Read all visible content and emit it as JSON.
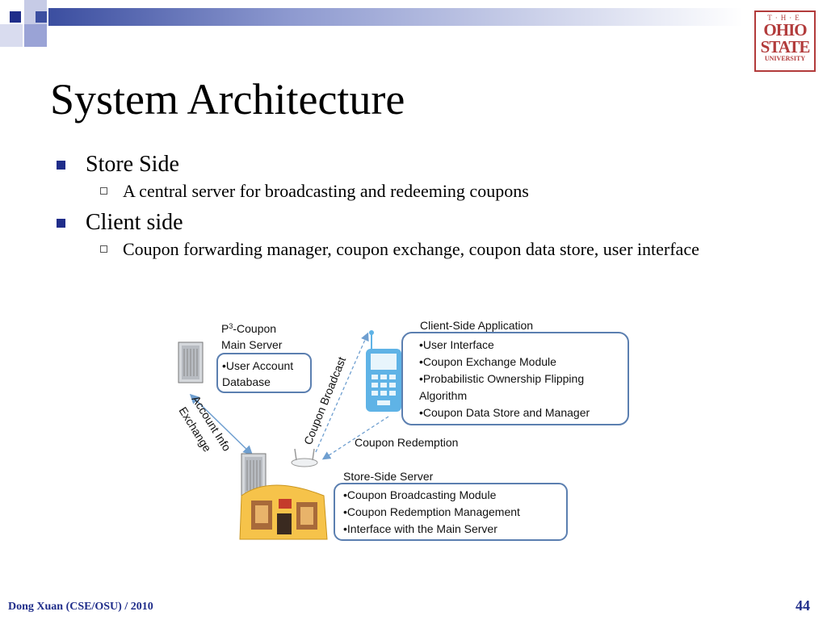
{
  "slide": {
    "title": "System Architecture",
    "logo": {
      "line1": "T·H·E",
      "line2": "OHIO",
      "line3": "STATE",
      "line4": "UNIVERSITY"
    },
    "bullets": [
      {
        "label": "Store Side",
        "sub": "A central server for broadcasting and redeeming coupons"
      },
      {
        "label": "Client side",
        "sub": "Coupon forwarding manager, coupon exchange, coupon data store, user interface"
      }
    ],
    "footer": {
      "author": "Dong Xuan (CSE/OSU) / 2010",
      "page": "44"
    }
  },
  "diagram": {
    "main_server": {
      "title_line1": "P",
      "title_sup": "3",
      "title_line1_rest": "-Coupon",
      "title_line2": "Main Server",
      "box_line1": "•User Account",
      "box_line2": "Database"
    },
    "client_app": {
      "title": "Client-Side Application",
      "items": [
        "•User Interface",
        "•Coupon Exchange Module",
        "•Probabilistic Ownership Flipping",
        "Algorithm",
        "•Coupon Data Store and Manager"
      ]
    },
    "store_server": {
      "title": "Store-Side Server",
      "items": [
        "•Coupon Broadcasting Module",
        "•Coupon Redemption Management",
        "•Interface with the Main Server"
      ]
    },
    "edges": {
      "account_info_line1": "Account Info",
      "account_info_line2": "Exchange",
      "coupon_broadcast": "Coupon Broadcast",
      "coupon_redemption": "Coupon Redemption"
    },
    "colors": {
      "box_border": "#5b7fb0",
      "arrow": "#6f9fd0",
      "phone": "#5fb3e6"
    }
  }
}
